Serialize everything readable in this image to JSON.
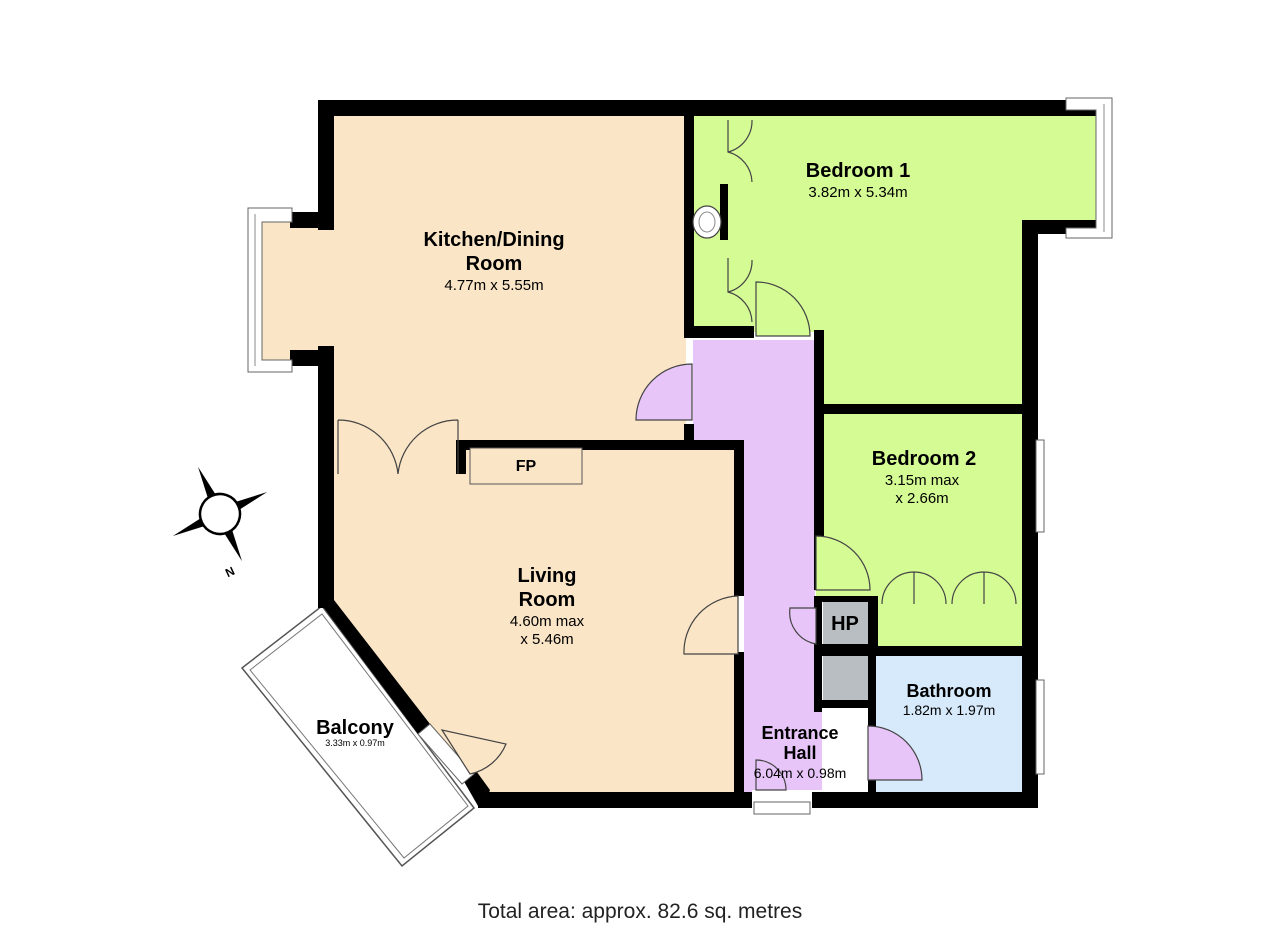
{
  "colors": {
    "kitchen": "#fae5c6",
    "living": "#fae5c6",
    "bedroom": "#d5fb95",
    "hall": "#e8c5f9",
    "bathroom": "#d6eafb",
    "hp": "#b8bec2",
    "wall": "#000000"
  },
  "rooms": {
    "kitchen": {
      "name_line1": "Kitchen/Dining",
      "name_line2": "Room",
      "dims": "4.77m x 5.55m"
    },
    "bedroom1": {
      "name": "Bedroom 1",
      "dims": "3.82m x 5.34m"
    },
    "bedroom2": {
      "name": "Bedroom 2",
      "dims_line1": "3.15m max",
      "dims_line2": "x 2.66m"
    },
    "living": {
      "name_line1": "Living",
      "name_line2": "Room",
      "dims_line1": "4.60m max",
      "dims_line2": "x 5.46m"
    },
    "hall": {
      "name_line1": "Entrance",
      "name_line2": "Hall",
      "dims": "6.04m x 0.98m"
    },
    "bathroom": {
      "name": "Bathroom",
      "dims": "1.82m x 1.97m"
    },
    "balcony": {
      "name": "Balcony",
      "dims": "3.33m x 0.97m"
    }
  },
  "fixtures": {
    "fireplace": "FP",
    "heat_pump": "HP"
  },
  "compass": {
    "label": "N",
    "icon": "compass-rose-icon"
  },
  "footer": {
    "total_area": "Total area: approx. 82.6 sq. metres"
  }
}
